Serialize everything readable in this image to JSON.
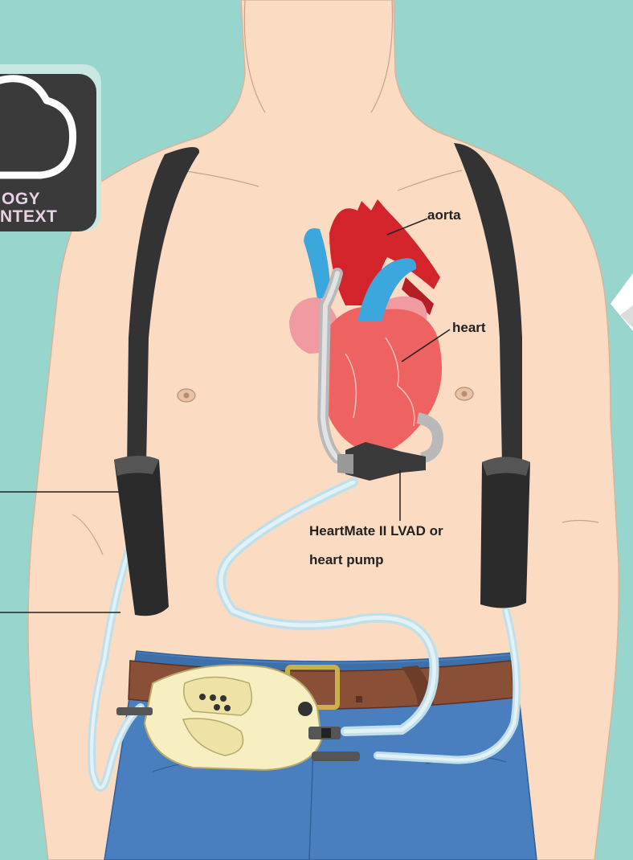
{
  "badge": {
    "line1": "OGY",
    "line2": "NTEXT"
  },
  "labels": {
    "aorta": "aorta",
    "heart": "heart",
    "pump_line1": "HeartMate II LVAD or",
    "pump_line2": "heart pump"
  },
  "colors": {
    "background": "#98d5cd",
    "skin": "#fbdcc3",
    "jeans": "#4a7fbf",
    "belt": "#8a4f37",
    "heart": "#ee6262",
    "aorta": "#d3242c",
    "veins": "#3ba7dc",
    "harness": "#333333",
    "controller": "#f7eec1",
    "badge": "#3a3a3a"
  },
  "icons": [
    "cloud-icon"
  ]
}
